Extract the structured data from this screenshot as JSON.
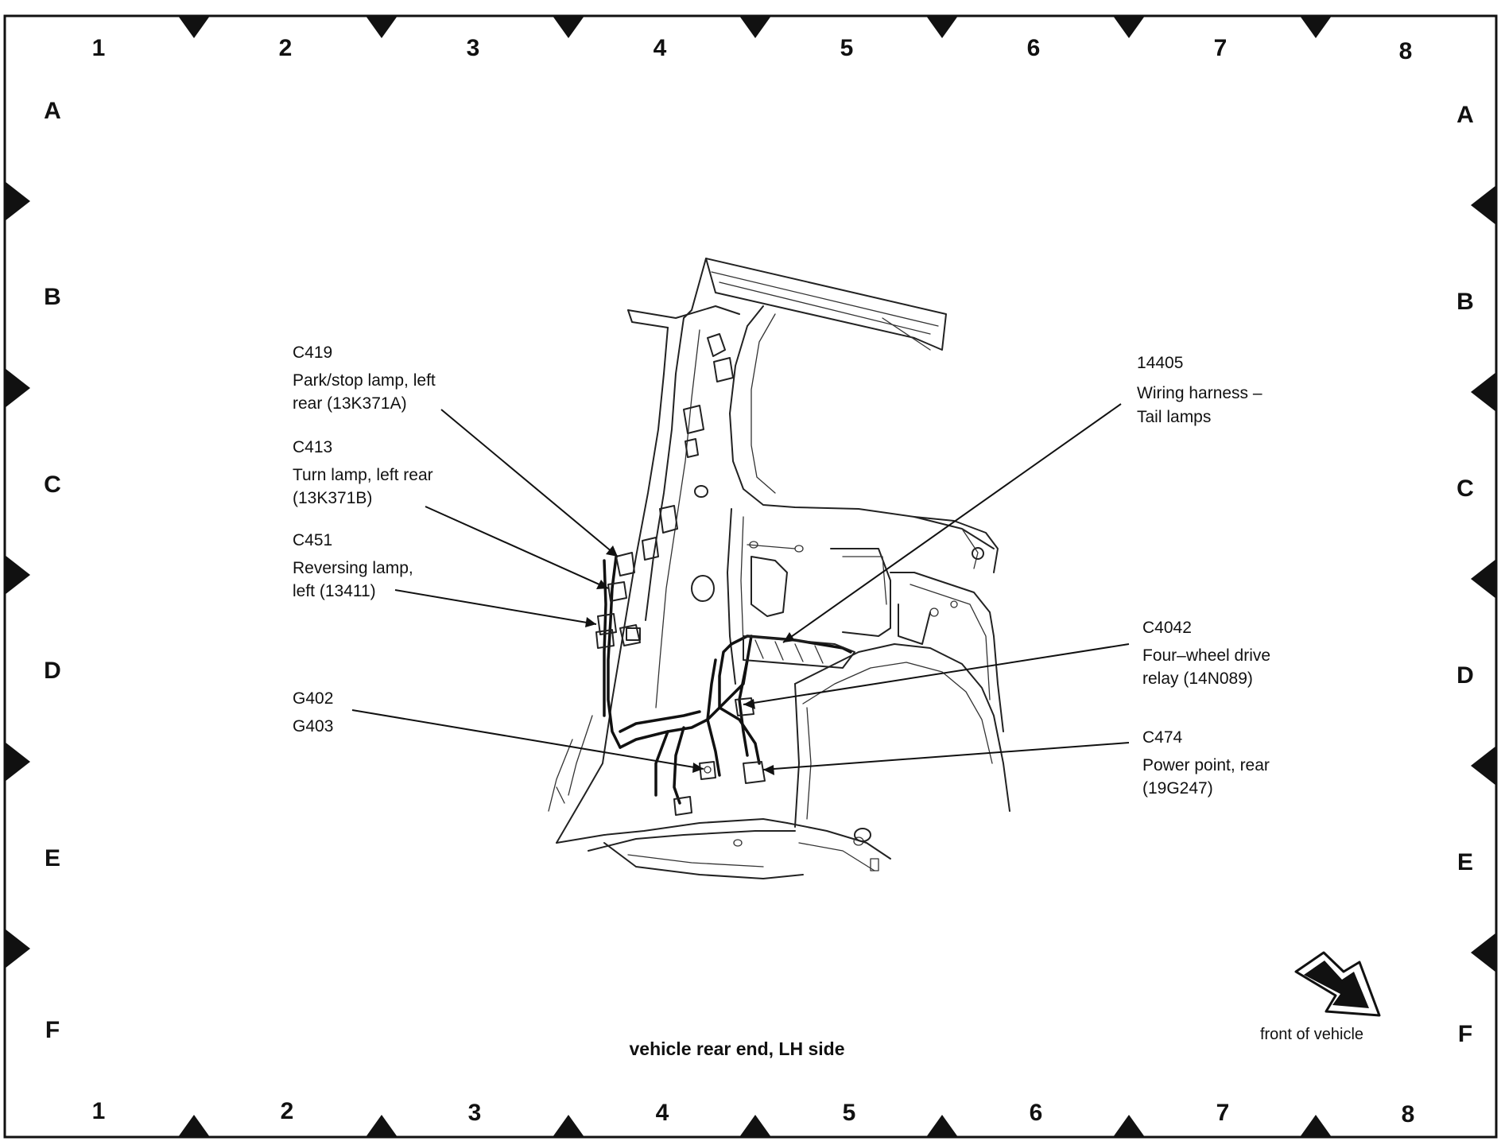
{
  "grid": {
    "columns": [
      "1",
      "2",
      "3",
      "4",
      "5",
      "6",
      "7",
      "8"
    ],
    "rows": [
      "A",
      "B",
      "C",
      "D",
      "E",
      "F"
    ]
  },
  "callouts": {
    "c419": {
      "code": "C419",
      "line1": "Park/stop lamp, left",
      "line2": "rear (13K371A)"
    },
    "c413": {
      "code": "C413",
      "line1": "Turn lamp, left rear",
      "line2": "(13K371B)"
    },
    "c451": {
      "code": "C451",
      "line1": "Reversing lamp,",
      "line2": "left (13411)"
    },
    "g402": {
      "code": "G402",
      "code2": "G403"
    },
    "h14405": {
      "code": "14405",
      "line1": "Wiring harness –",
      "line2": "Tail lamps"
    },
    "c4042": {
      "code": "C4042",
      "line1": "Four–wheel drive",
      "line2": "relay (14N089)"
    },
    "c474": {
      "code": "C474",
      "line1": "Power point, rear",
      "line2": "(19G247)"
    }
  },
  "caption": "vehicle rear end, LH side",
  "front_label": "front of vehicle"
}
